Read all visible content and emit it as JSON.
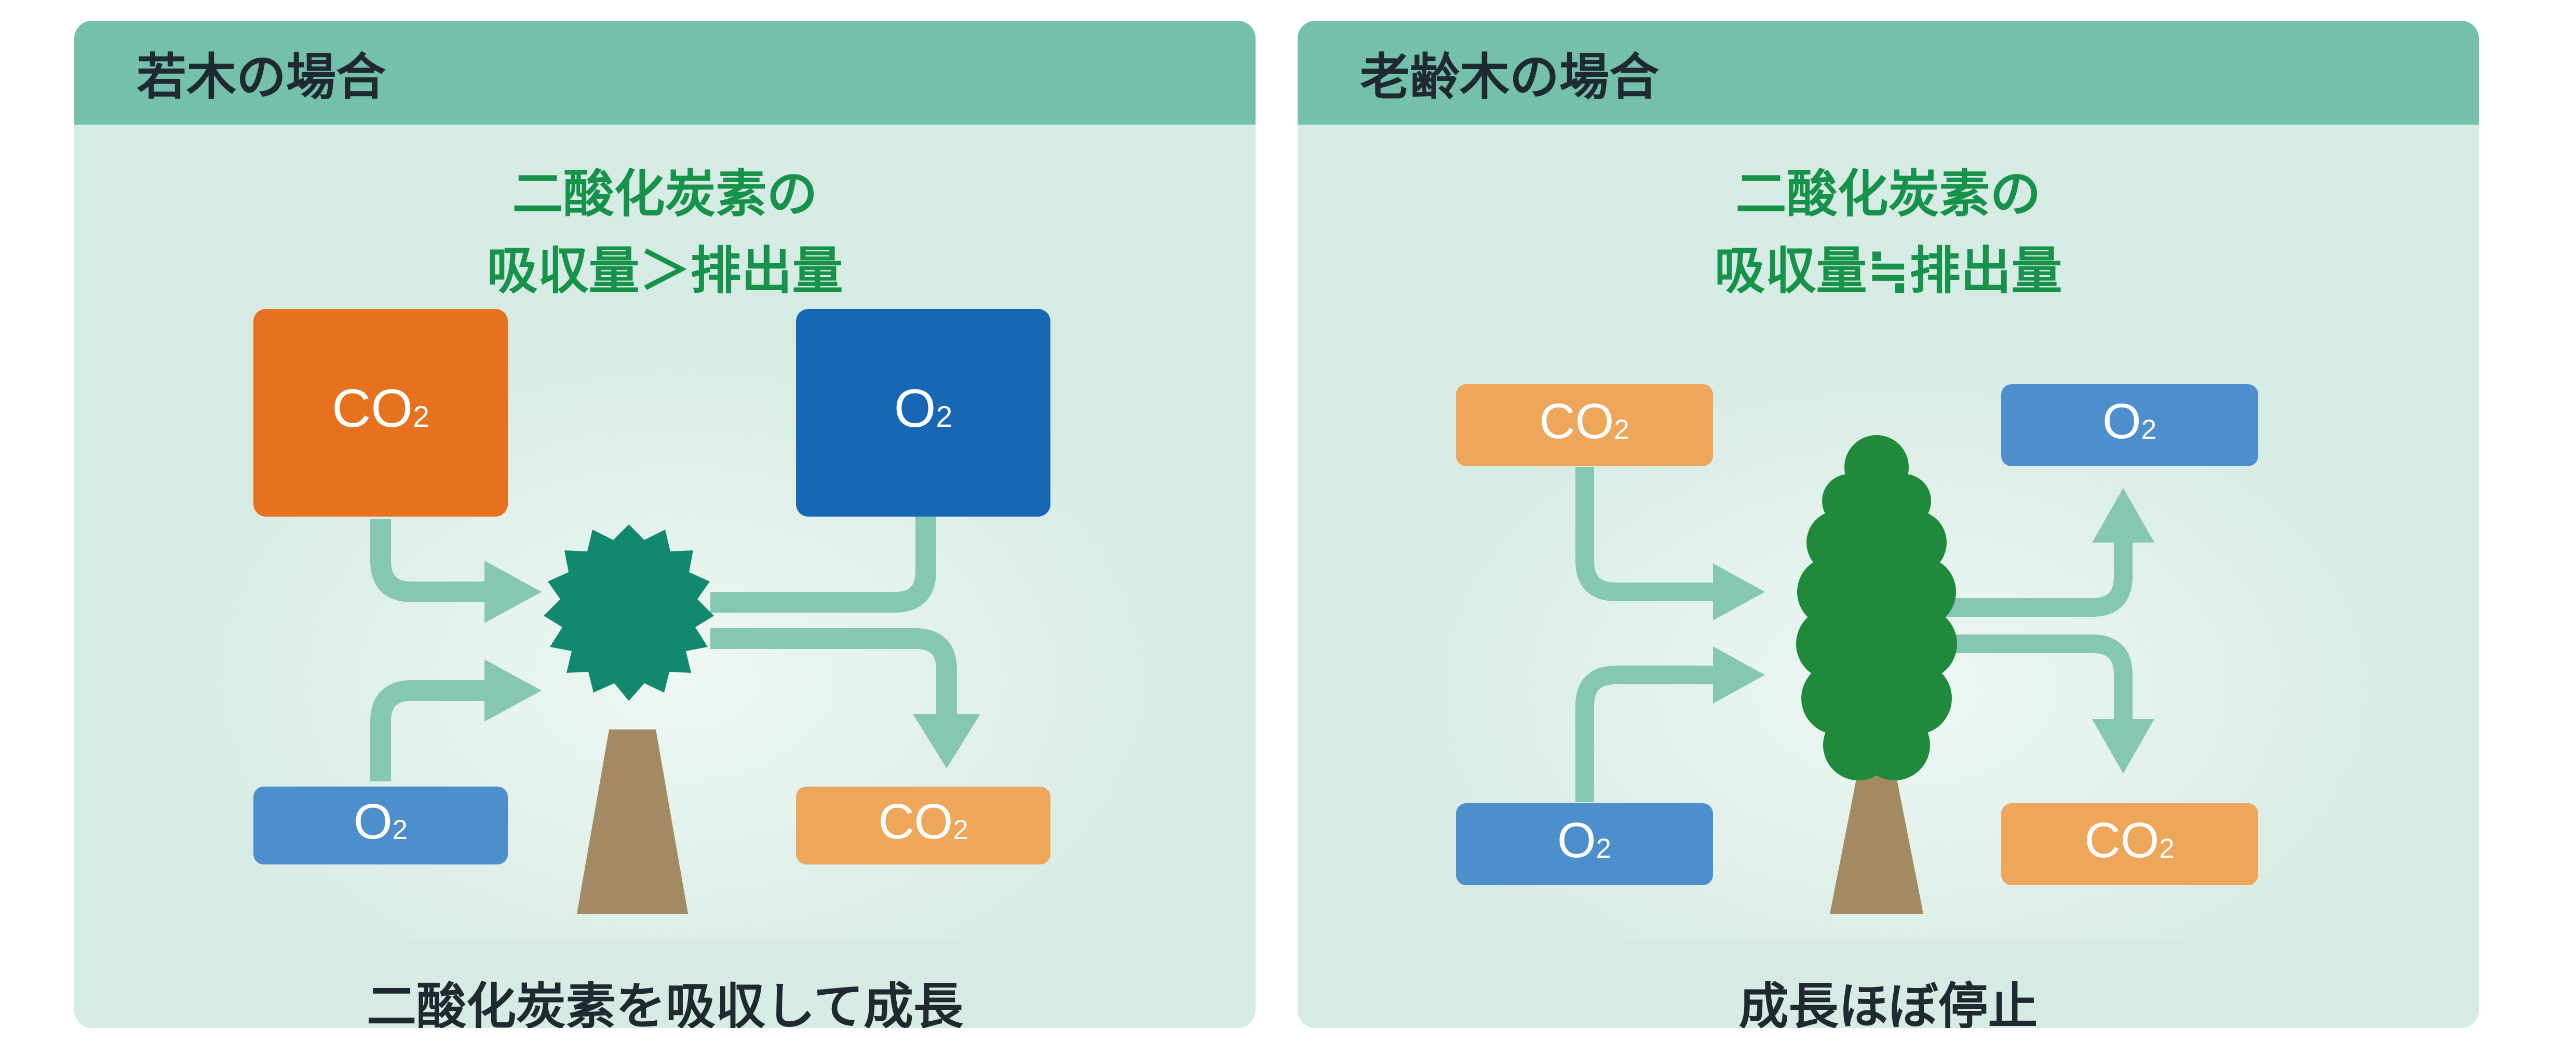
{
  "panels": {
    "young": {
      "header": "若木の場合",
      "heading_line1": "二酸化炭素の",
      "heading_line2": "吸収量＞排出量",
      "footer": "二酸化炭素を吸収して成長",
      "boxes": {
        "co2_in": {
          "main": "CO",
          "sub": "2"
        },
        "o2_out": {
          "main": "O",
          "sub": "2"
        },
        "o2_in": {
          "main": "O",
          "sub": "2"
        },
        "co2_out": {
          "main": "CO",
          "sub": "2"
        }
      }
    },
    "old": {
      "header": "老齢木の場合",
      "heading_line1": "二酸化炭素の",
      "heading_line2": "吸収量≒排出量",
      "footer": "成長ほぼ停止",
      "boxes": {
        "co2_in": {
          "main": "CO",
          "sub": "2"
        },
        "o2_out": {
          "main": "O",
          "sub": "2"
        },
        "o2_in": {
          "main": "O",
          "sub": "2"
        },
        "co2_out": {
          "main": "CO",
          "sub": "2"
        }
      }
    }
  },
  "colors": {
    "panel_bg": "#d6ebe3",
    "header_bg": "#74c0ab",
    "heading_text": "#17924a",
    "co2_strong": "#e6711f",
    "o2_strong": "#1768b4",
    "co2_light": "#eea65a",
    "o2_light": "#4d8fcc",
    "arrow": "#86c7b3",
    "young_foliage": "#12896f",
    "old_foliage": "#1f8a3b",
    "trunk": "#a38a63"
  },
  "icons": {
    "young_tree": "young-tree-icon",
    "old_tree": "old-tree-icon"
  }
}
